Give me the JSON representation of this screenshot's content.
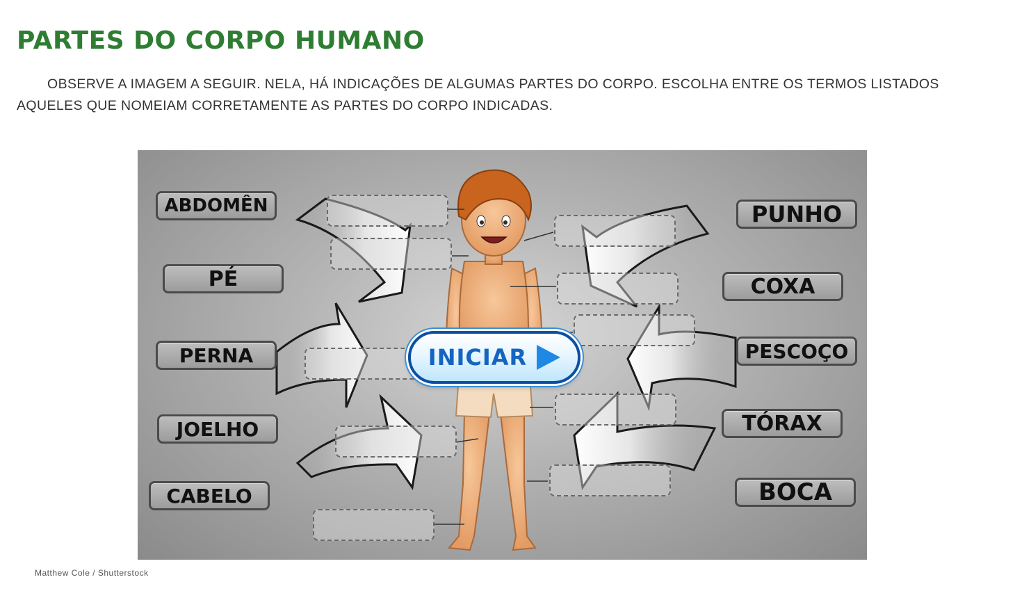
{
  "page": {
    "title": "PARTES DO CORPO HUMANO",
    "instructions": "OBSERVE A IMAGEM A SEGUIR. NELA, HÁ INDICAÇÕES DE ALGUMAS PARTES DO CORPO. ESCOLHA ENTRE OS TERMOS LISTADOS AQUELES QUE NOMEIAM CORRETAMENTE AS PARTES DO CORPO INDICADAS.",
    "credit": "Matthew Cole / Shutterstock"
  },
  "activity": {
    "start_label": "INICIAR",
    "left_words": [
      "ABDOMÊN",
      "PÉ",
      "PERNA",
      "JOELHO",
      "CABELO"
    ],
    "right_words": [
      "PUNHO",
      "COXA",
      "PESCOÇO",
      "TÓRAX",
      "BOCA"
    ],
    "colors": {
      "title": "#2e7d32",
      "start_text": "#1565c0",
      "start_border": "#0d4fa3"
    }
  }
}
